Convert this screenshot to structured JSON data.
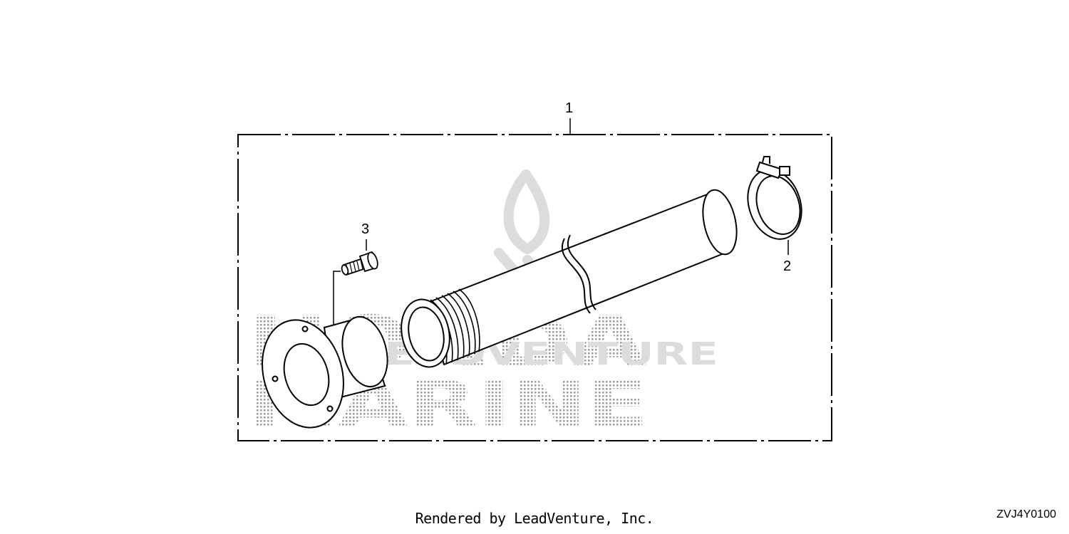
{
  "diagram": {
    "callouts": [
      {
        "id": "1",
        "label": "1"
      },
      {
        "id": "2",
        "label": "2"
      },
      {
        "id": "3",
        "label": "3"
      }
    ],
    "parts": [
      {
        "callout": "1",
        "icon": "exhaust-pipe-kit-icon"
      },
      {
        "callout": "2",
        "icon": "hose-clamp-icon"
      },
      {
        "callout": "3",
        "icon": "bolt-icon"
      }
    ]
  },
  "watermark": {
    "brand_line1": "HONDA",
    "brand_line2": "MARINE",
    "overlay": "LEADVENTURE",
    "logo_icon": "leadventure-flame-logo-icon"
  },
  "footer": {
    "credit": "Rendered by LeadVenture, Inc.",
    "code": "ZVJ4Y0100"
  },
  "colors": {
    "line": "#000000",
    "watermark": "#c8c8c8",
    "background": "#ffffff"
  }
}
